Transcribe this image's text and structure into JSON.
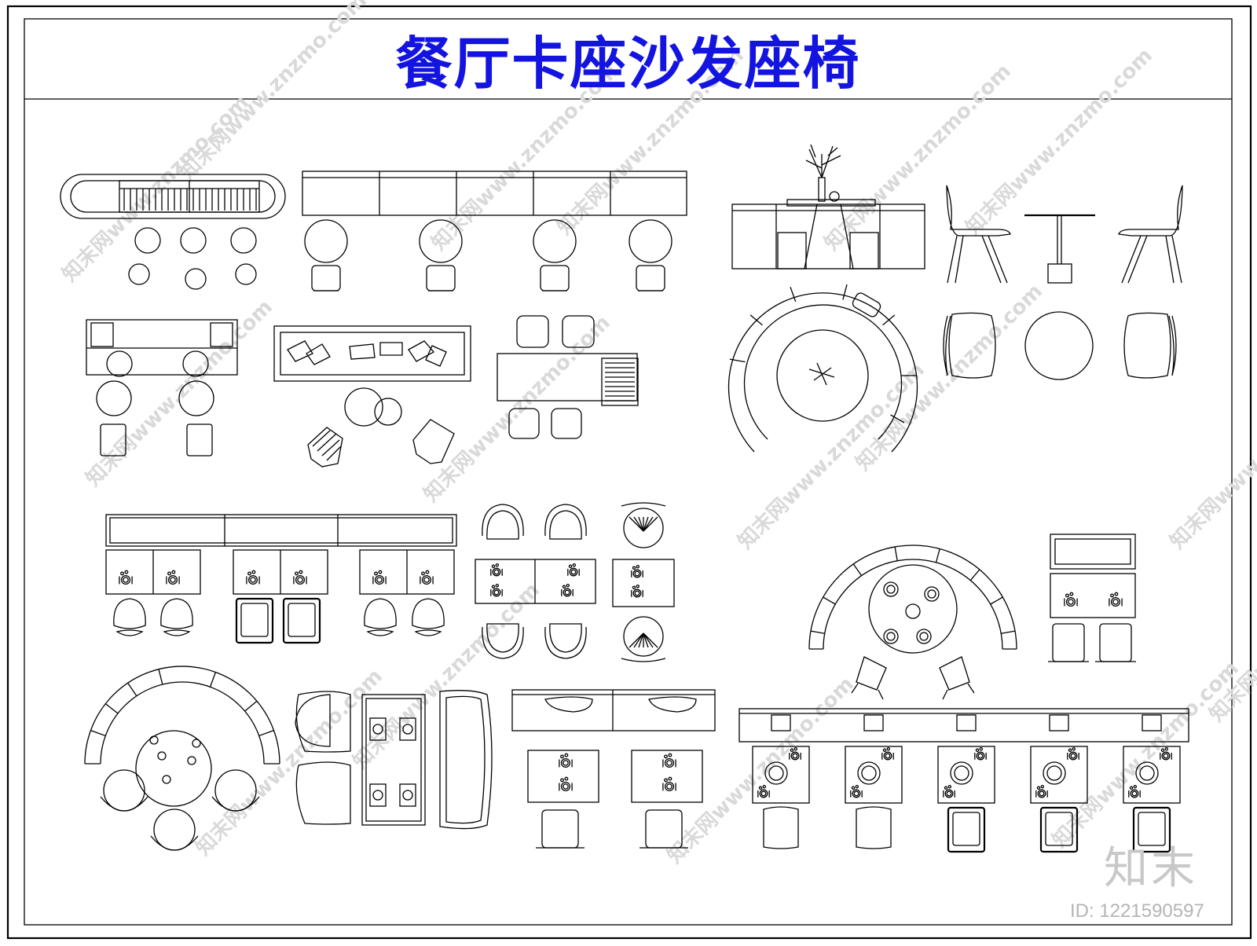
{
  "title": "餐厅卡座沙发座椅",
  "logo": "知末",
  "image_id": "ID: 1221590597",
  "watermark": "知末网www.znzmo.com",
  "colors": {
    "title": "#1414e0",
    "lines": "#000000",
    "watermark": "#d9d9d9",
    "background": "#ffffff"
  }
}
